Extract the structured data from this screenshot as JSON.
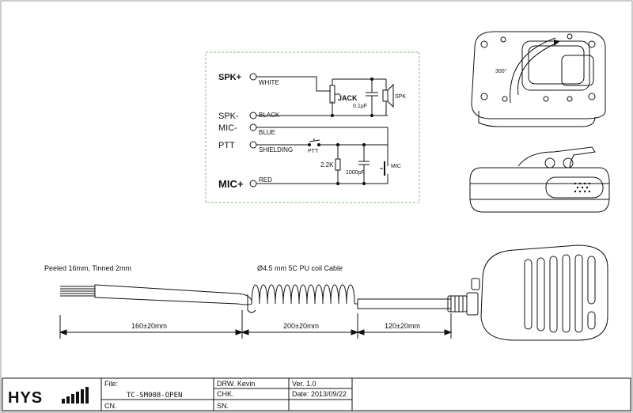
{
  "schematic": {
    "pins": [
      {
        "name": "SPK+",
        "wire": "WHITE"
      },
      {
        "name": "SPK-",
        "wire": "BLACK"
      },
      {
        "name": "MIC-",
        "wire": "BLUE"
      },
      {
        "name": "PTT",
        "wire": "SHIELDING"
      },
      {
        "name": "MIC+",
        "wire": "RED"
      }
    ],
    "jack_label": "JACK",
    "cap1_label": "0.1µF",
    "spk_label": "SPK",
    "ptt_label": "PTT",
    "res_label": "2.2K",
    "cap2_label": "1000pF",
    "mic_label": "MIC"
  },
  "rotation_label": "300°",
  "cable": {
    "peel_label": "Peeled 16mm, Tinned 2mm",
    "cable_label": "Ø4.5 mm 5C PU coil Cable",
    "dims": [
      "160±20mm",
      "200±20mm",
      "120±20mm"
    ]
  },
  "title_block": {
    "logo": "HYS",
    "file_label": "File:",
    "file_value": "TC-SM008-OPEN",
    "cn_label": "CN.",
    "drw": "DRW. Kevin",
    "chk": "CHK.",
    "sn": "SN.",
    "ver": "Ver. 1.0",
    "date": "Date: 2013/09/22"
  }
}
